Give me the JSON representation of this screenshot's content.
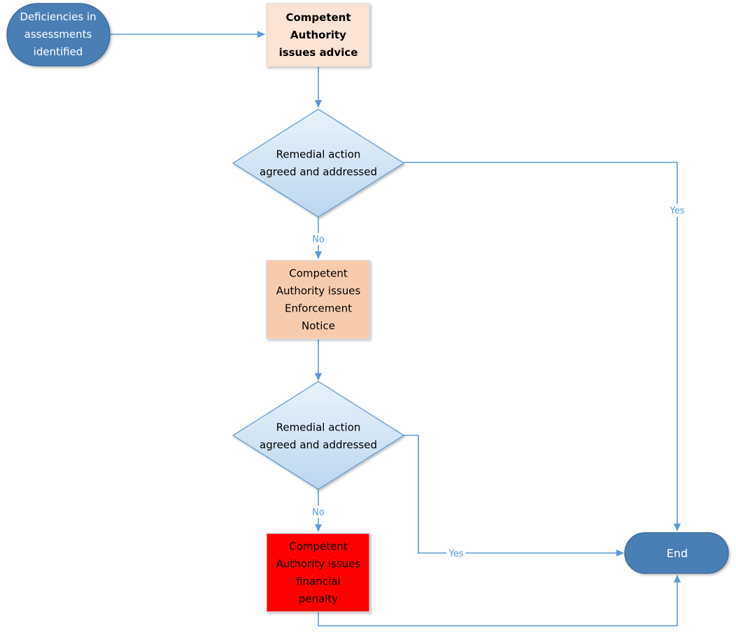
{
  "colors": {
    "line": "#5B9BD5",
    "terminal_fill": "#4A7FB5",
    "terminal_stroke": "#3F6E9E",
    "advice_fill": "#FBE4D5",
    "notice_fill": "#F8CBAD",
    "penalty_fill": "#FF0000",
    "box_stroke": "#D9D9D9",
    "diamond_top": "#E9F2FA",
    "diamond_bottom": "#BDD6EE",
    "diamond_stroke": "#5B9BD5"
  },
  "nodes": {
    "start": {
      "lines": [
        "Deficiencies in",
        "assessments",
        "identified"
      ]
    },
    "advice": {
      "lines": [
        "Competent",
        "Authority",
        "issues advice"
      ]
    },
    "decision1": {
      "lines": [
        "Remedial action",
        "agreed and addressed"
      ]
    },
    "notice": {
      "lines": [
        "Competent",
        "Authority issues",
        "Enforcement",
        "Notice"
      ]
    },
    "decision2": {
      "lines": [
        "Remedial action",
        "agreed and addressed"
      ]
    },
    "penalty": {
      "lines": [
        "Competent",
        "Authority issues",
        "financial",
        "penalty"
      ]
    },
    "end": {
      "lines": [
        "End"
      ]
    }
  },
  "edge_labels": {
    "d1_no": "No",
    "d1_yes": "Yes",
    "d2_no": "No",
    "d2_yes": "Yes"
  }
}
